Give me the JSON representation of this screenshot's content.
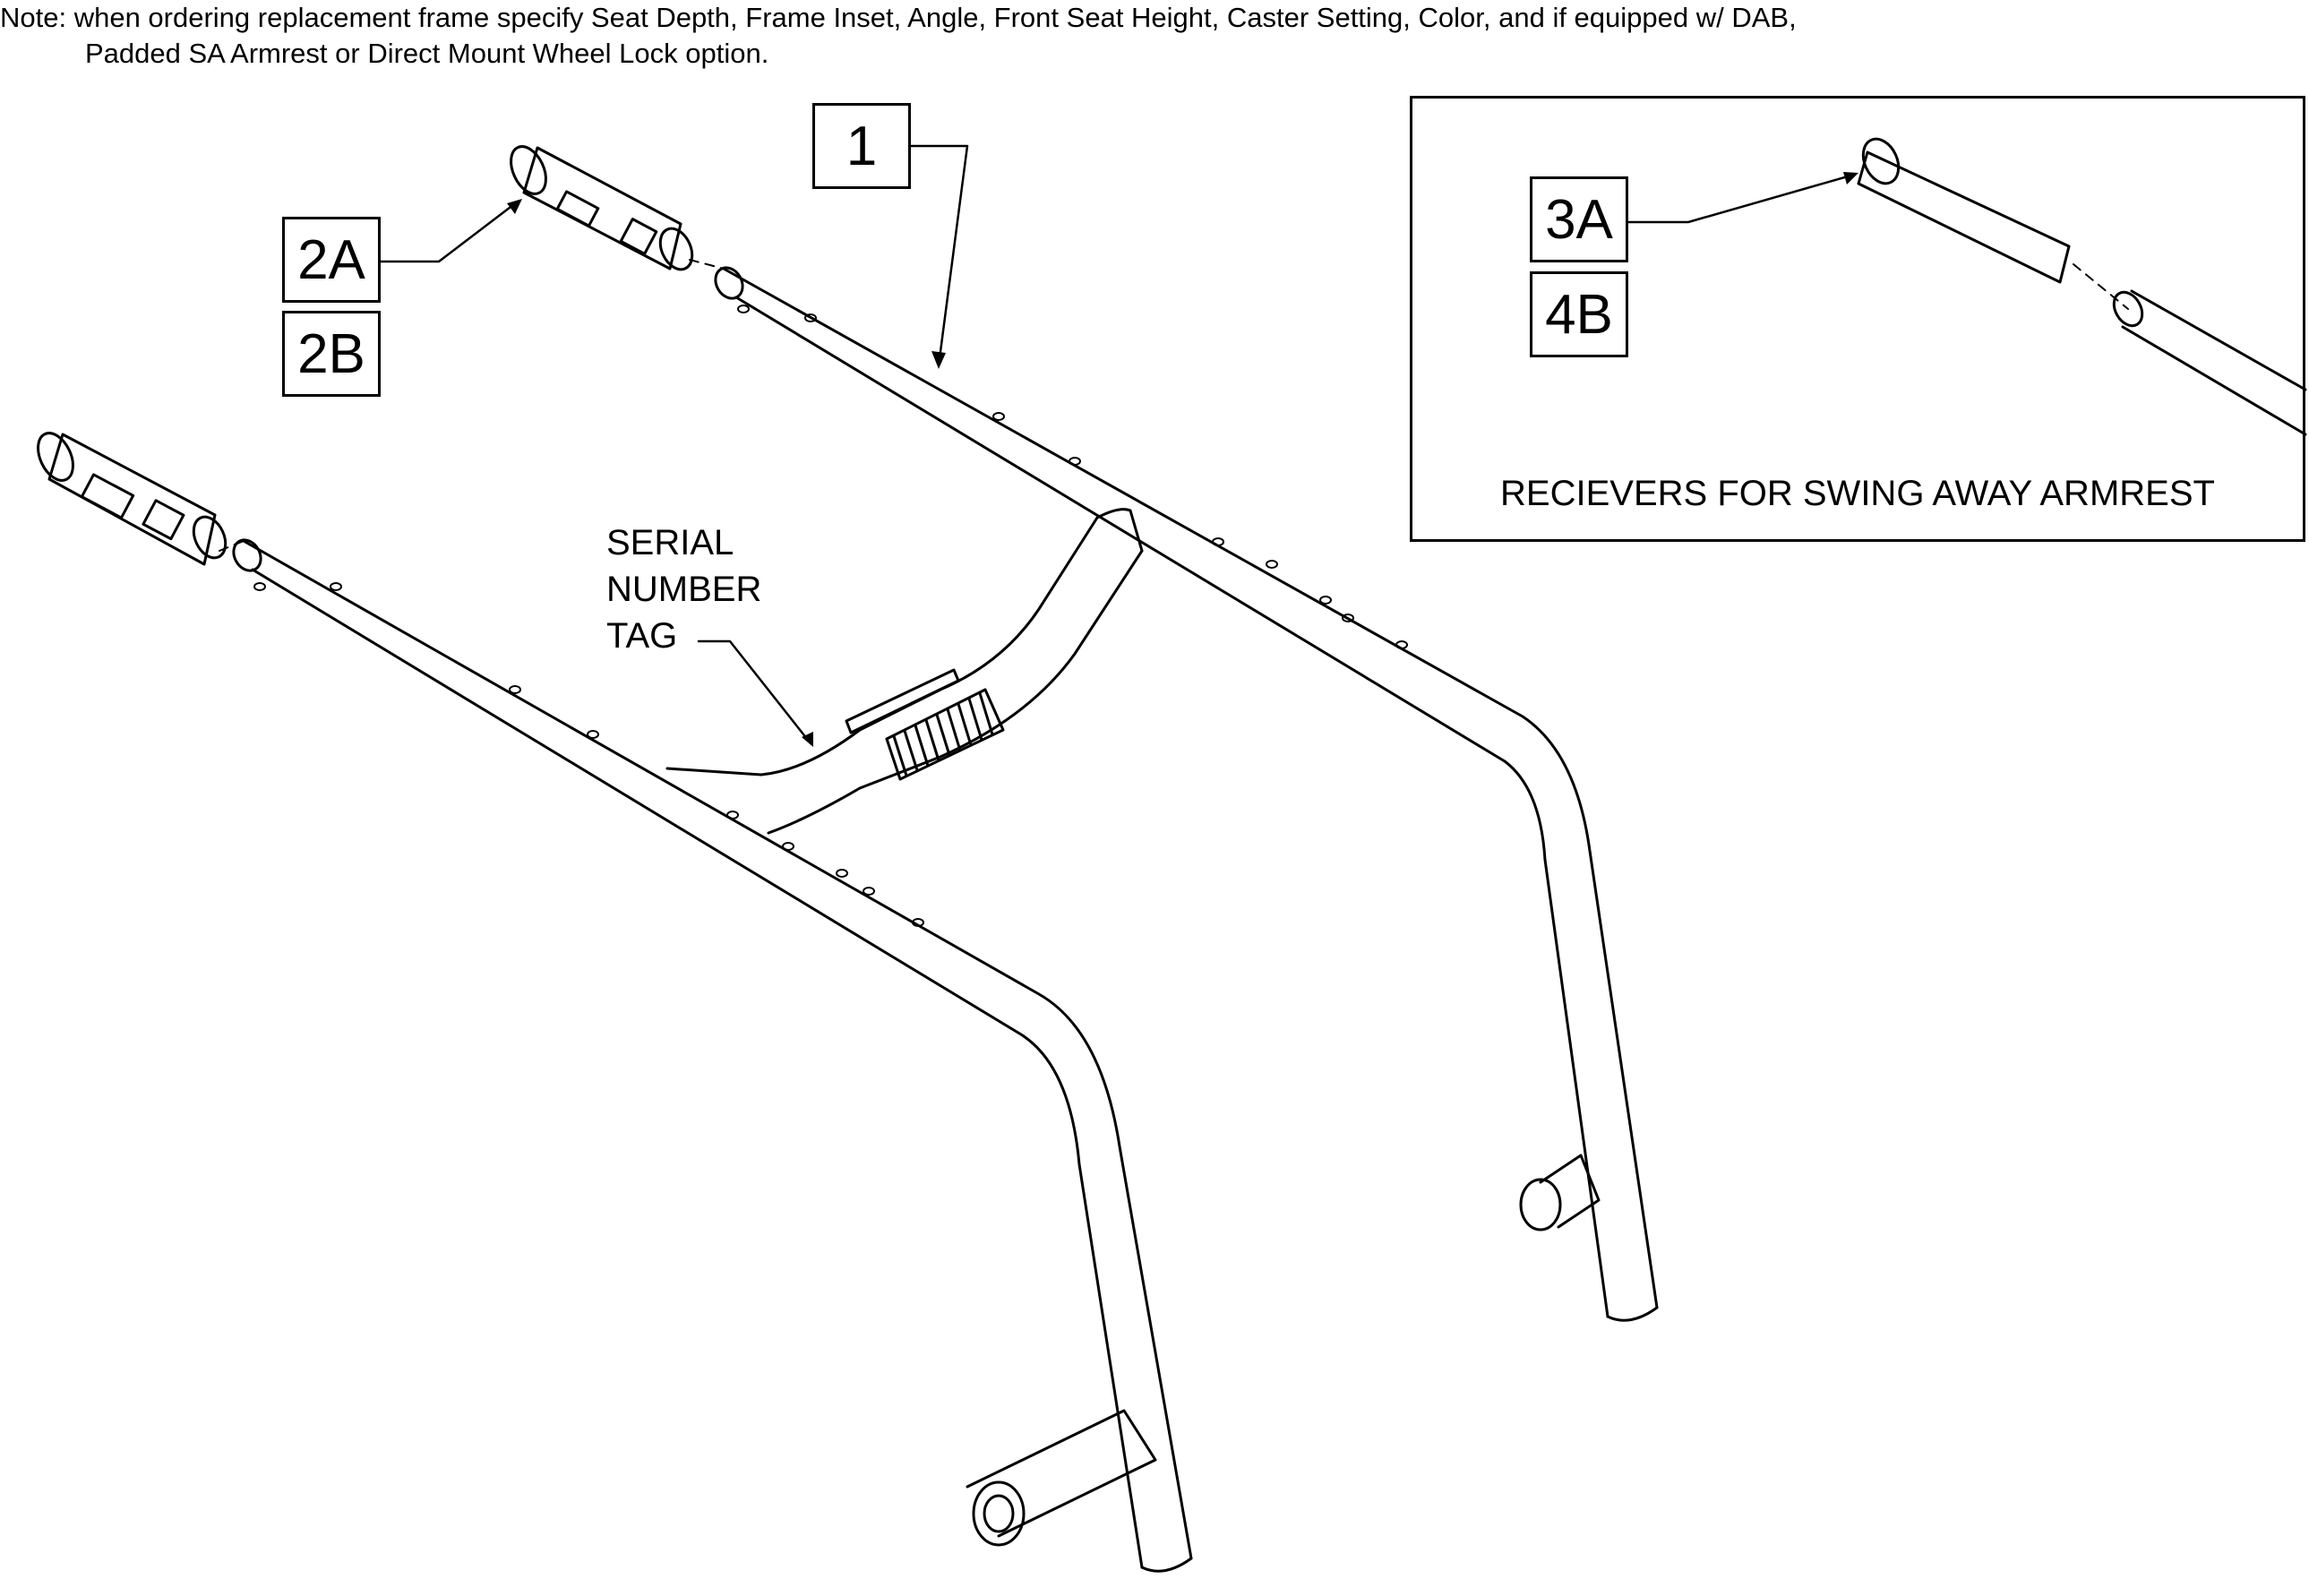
{
  "note": {
    "line1": "Note: when ordering replacement frame specify Seat Depth, Frame Inset, Angle, Front Seat Height, Caster Setting, Color, and if equipped w/ DAB,",
    "line2": "Padded SA Armrest or Direct Mount Wheel Lock option."
  },
  "callouts": {
    "c1": "1",
    "c2a": "2A",
    "c2b": "2B",
    "c3a": "3A",
    "c4b": "4B"
  },
  "serial_tag": {
    "line1": "SERIAL",
    "line2": "NUMBER",
    "line3": "TAG"
  },
  "inset": {
    "caption": "RECIEVERS FOR SWING AWAY ARMREST"
  }
}
